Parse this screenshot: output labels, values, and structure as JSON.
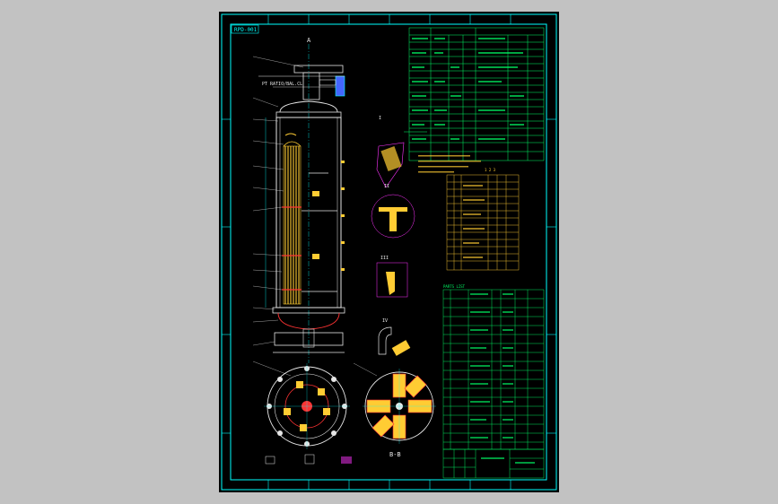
{
  "drawing": {
    "title_tab": "RPD-001",
    "view_a_label": "A",
    "view_bb_label": "B-B",
    "detail_labels": [
      "I",
      "II",
      "III",
      "IV"
    ],
    "annotation_top": "PT  RATIO/BAL.CL  ",
    "part_table_header": "1 2 3",
    "parts_list_title": "PARTS LIST"
  },
  "colors": {
    "background": "#000000",
    "frame": "#00ffff",
    "table_lines": "#00ff66",
    "vessel": "#e6e6e6",
    "tubes": "#ffcc33",
    "highlight": "#ff3333",
    "dimension": "#00ffff",
    "magenta": "#ff33ff"
  }
}
